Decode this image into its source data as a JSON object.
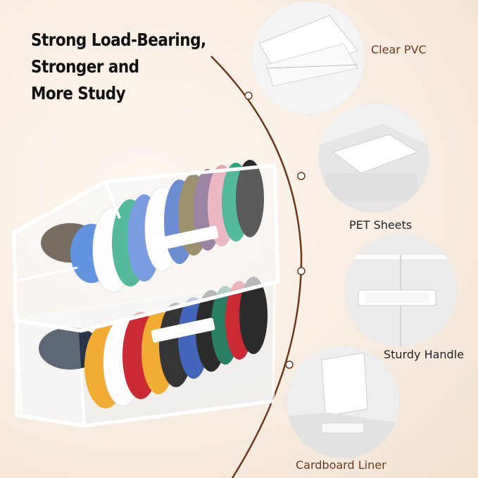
{
  "headline": {
    "line1": "Strong Load-Bearing,",
    "line2": "Stronger and",
    "line3": "More Study"
  },
  "features": [
    {
      "label": "Clear PVC",
      "icon": "clear-pvc-closeup"
    },
    {
      "label": "PET Sheets",
      "icon": "pet-sheet-closeup"
    },
    {
      "label": "Sturdy Handle",
      "icon": "handle-closeup"
    },
    {
      "label": "Cardboard Liner",
      "icon": "cardboard-liner-closeup"
    }
  ],
  "colors": {
    "accent": "#6b3a1e",
    "background": "#fbf1e6",
    "text": "#111111"
  }
}
